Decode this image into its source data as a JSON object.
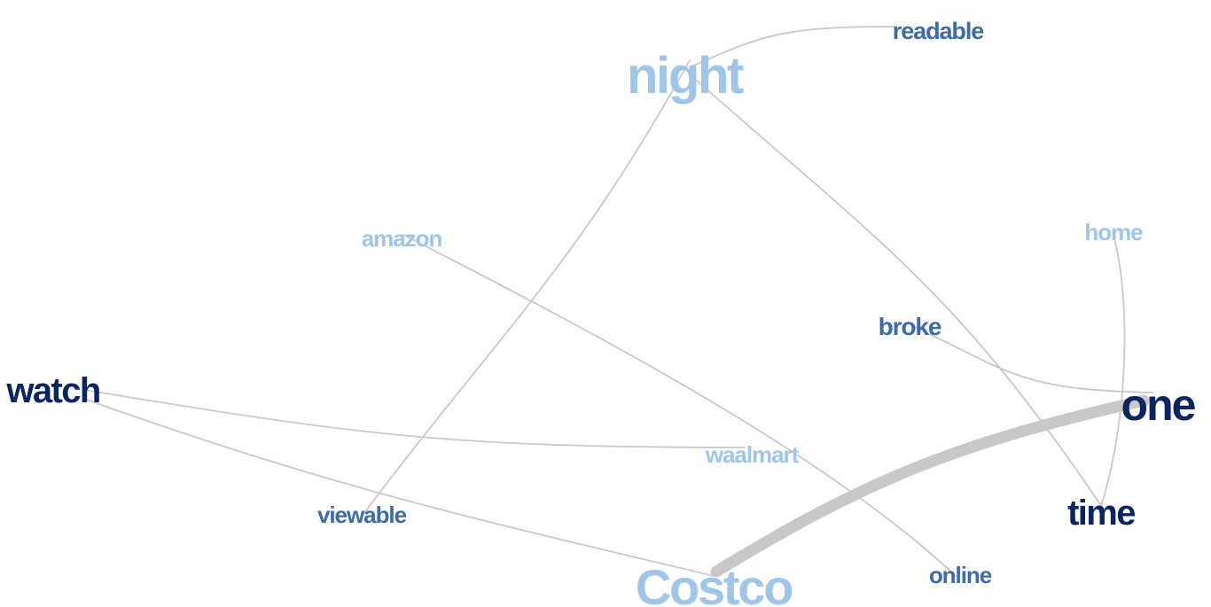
{
  "colors": {
    "edge": "#c8c8c8",
    "light": "#9fc5e8",
    "medium": "#3d6aa8",
    "dark": "#0b2563"
  },
  "nodes": [
    {
      "id": "night",
      "label": "night",
      "tone": "light"
    },
    {
      "id": "readable",
      "label": "readable",
      "tone": "medium"
    },
    {
      "id": "amazon",
      "label": "amazon",
      "tone": "light"
    },
    {
      "id": "home",
      "label": "home",
      "tone": "light"
    },
    {
      "id": "broke",
      "label": "broke",
      "tone": "medium"
    },
    {
      "id": "watch",
      "label": "watch",
      "tone": "dark"
    },
    {
      "id": "one",
      "label": "one",
      "tone": "dark"
    },
    {
      "id": "waalmart",
      "label": "waalmart",
      "tone": "light"
    },
    {
      "id": "viewable",
      "label": "viewable",
      "tone": "medium"
    },
    {
      "id": "time",
      "label": "time",
      "tone": "dark"
    },
    {
      "id": "online",
      "label": "online",
      "tone": "medium"
    },
    {
      "id": "costco",
      "label": "Costco",
      "tone": "light"
    }
  ],
  "edges": [
    {
      "from": "night",
      "to": "readable",
      "weight": 1
    },
    {
      "from": "night",
      "to": "viewable",
      "weight": 1
    },
    {
      "from": "night",
      "to": "time",
      "weight": 1
    },
    {
      "from": "amazon",
      "to": "online",
      "weight": 1
    },
    {
      "from": "home",
      "to": "time",
      "weight": 1
    },
    {
      "from": "broke",
      "to": "one",
      "weight": 1
    },
    {
      "from": "watch",
      "to": "waalmart",
      "weight": 1
    },
    {
      "from": "watch",
      "to": "costco",
      "weight": 1
    },
    {
      "from": "costco",
      "to": "one",
      "weight": 5
    }
  ]
}
